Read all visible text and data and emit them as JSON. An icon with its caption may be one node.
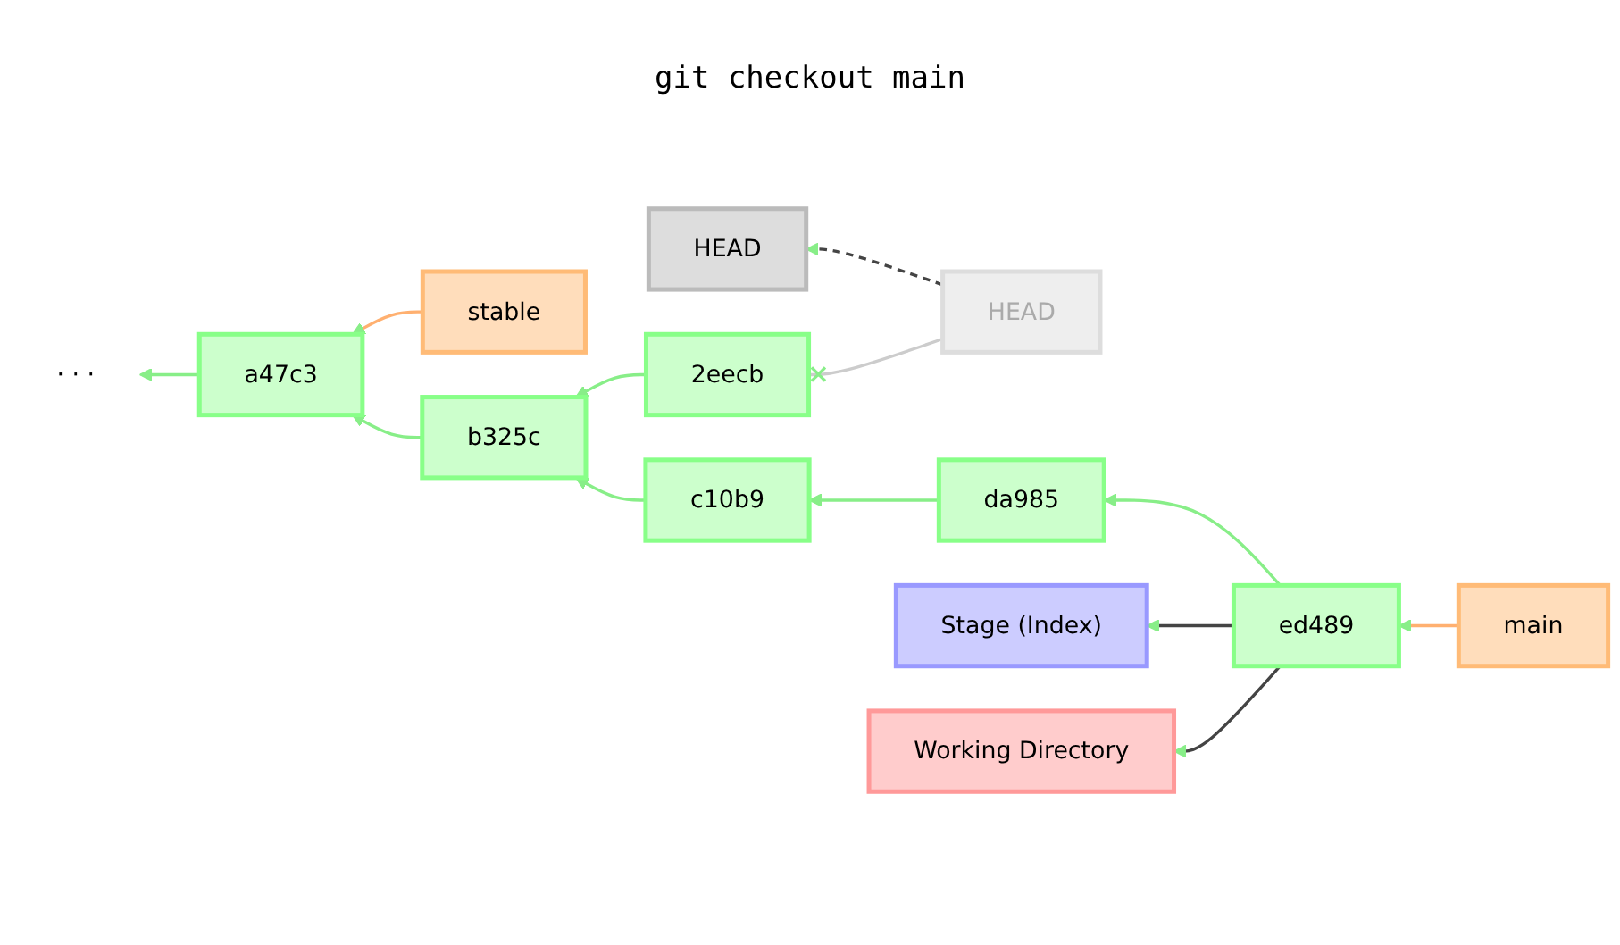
{
  "diagram": {
    "title": "git checkout main",
    "nodes": [
      {
        "text": [
          "HEAD"
        ]
      },
      {
        "text": [
          "HEAD"
        ]
      },
      {
        "text": [
          "stable"
        ]
      },
      {
        "text": [
          "2eecb"
        ]
      },
      {
        "text": [
          "main"
        ]
      },
      {
        "text": [
          "· · ·"
        ]
      },
      {
        "text": [
          "a47c3"
        ]
      },
      {
        "text": [
          "b325c"
        ]
      },
      {
        "text": [
          "c10b9"
        ]
      },
      {
        "text": [
          "da985"
        ]
      },
      {
        "text": [
          "ed489"
        ]
      },
      {
        "text": [
          "Stage (Index)"
        ]
      },
      {
        "text": [
          "Working Directory"
        ]
      }
    ],
    "edges": [
      {
        "from": 0,
        "to": 1,
        "arrow": "to",
        "style": "dashed",
        "color": "#444444"
      },
      {
        "from": 0,
        "to": 3,
        "arrow": "other",
        "color": "#cccccc"
      },
      {
        "from": 2,
        "to": 6,
        "arrow": "to",
        "color": "#ffb070"
      },
      {
        "from": 3,
        "to": 7,
        "arrow": "to"
      },
      {
        "from": 4,
        "to": 10,
        "arrow": "to",
        "color": "#ffb070"
      },
      {
        "from": 6,
        "to": 5,
        "arrow": "to"
      },
      {
        "from": 7,
        "to": 6,
        "arrow": "to"
      },
      {
        "from": 8,
        "to": 7,
        "arrow": "to"
      },
      {
        "from": 9,
        "to": 8,
        "arrow": "to"
      },
      {
        "from": 10,
        "to": 9,
        "arrow": "to"
      },
      {
        "from": 10,
        "to": 11,
        "arrow": "to",
        "color": "#444444"
      },
      {
        "from": 10,
        "to": 12,
        "arrow": "to",
        "color": "#444444"
      }
    ]
  }
}
